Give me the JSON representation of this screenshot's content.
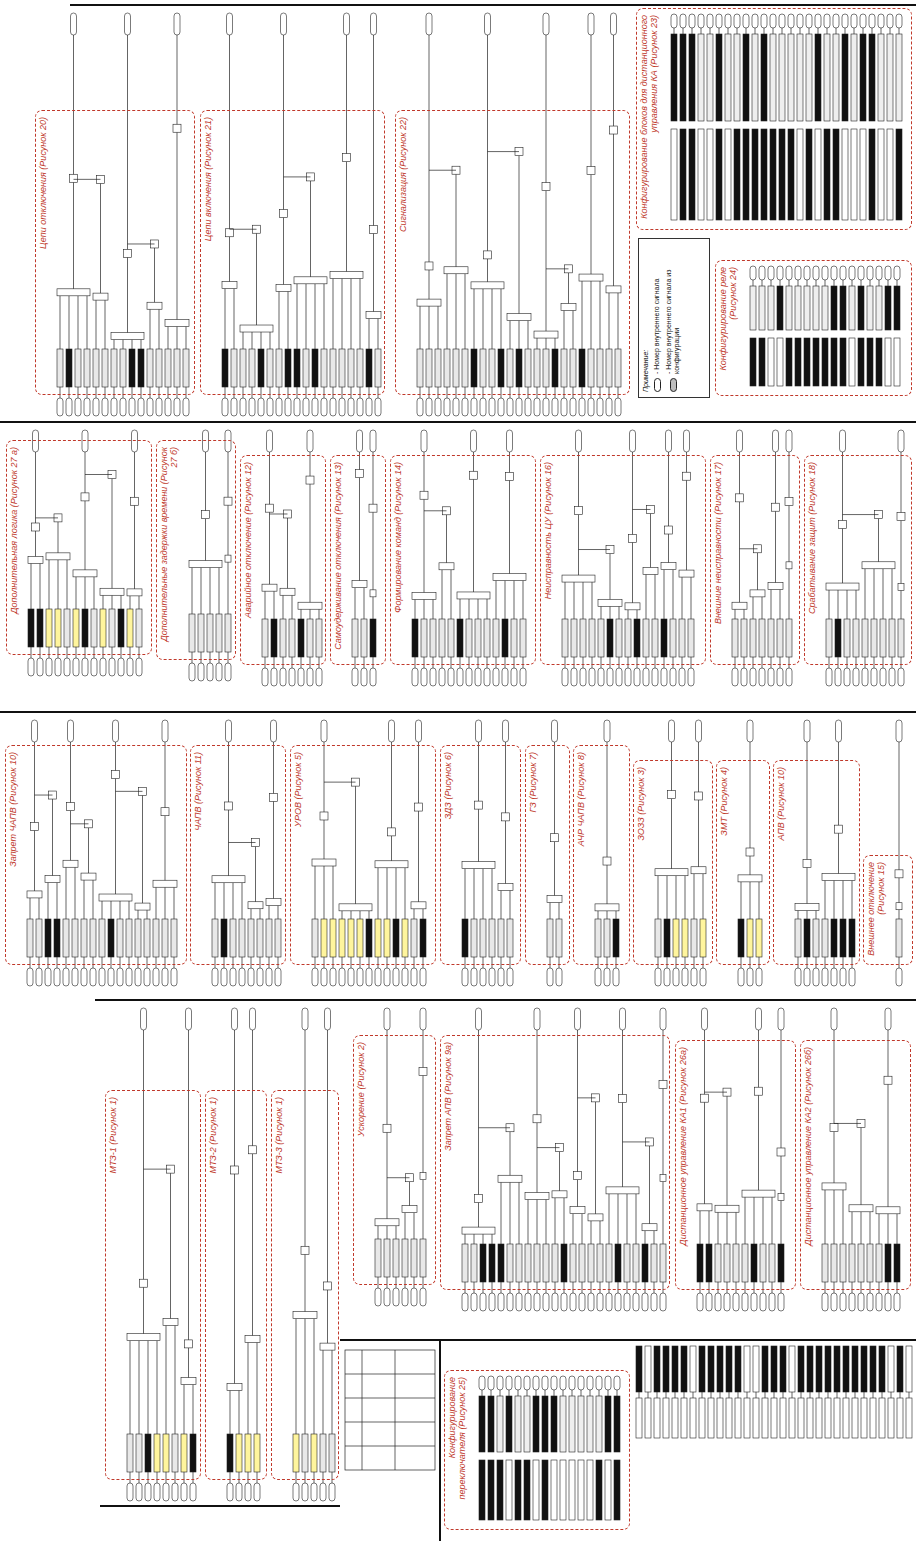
{
  "diagram": {
    "nodes": [
      {
        "text": [
          "Цепи отключения (Рисунок 20)"
        ]
      },
      {
        "text": [
          "Цепи включения (Рисунок 21)"
        ]
      },
      {
        "text": [
          "Сигнализация (Рисунок 22)"
        ]
      },
      {
        "text": [
          "Конфигурирование блоков для дистанционного управления КА (Рисунок 23)"
        ]
      },
      {
        "text": [
          "Конфигурирование реле (Рисунок 24)"
        ]
      },
      {
        "text": [
          "Дополнительная логика (Рисунок 27 а)"
        ]
      },
      {
        "text": [
          "Дополнительные задержки времени (Рисунок 27 б)"
        ]
      },
      {
        "text": [
          "Аварийное отключение (Рисунок 12)"
        ]
      },
      {
        "text": [
          "Самоудерживание отключения (Рисунок 13)"
        ]
      },
      {
        "text": [
          "Формирование команд (Рисунок 14)"
        ]
      },
      {
        "text": [
          "Неисправность ЦУ (Рисунок 16)"
        ]
      },
      {
        "text": [
          "Внешние неисправности (Рисунок 17)"
        ]
      },
      {
        "text": [
          "Срабатывание защит (Рисунок 18)"
        ]
      },
      {
        "text": [
          "Запрет ЧАПВ (Рисунок 10)"
        ]
      },
      {
        "text": [
          "ЧАПВ (Рисунок 11)"
        ]
      },
      {
        "text": [
          "УРОВ (Рисунок 5)"
        ]
      },
      {
        "text": [
          "ЗДЗ (Рисунок 6)"
        ]
      },
      {
        "text": [
          "ГЗ (Рисунок 7)"
        ]
      },
      {
        "text": [
          "АЧР ЧАПВ (Рисунок 8)"
        ]
      },
      {
        "text": [
          "ЗОЗЗ (Рисунок 3)"
        ]
      },
      {
        "text": [
          "ЗМТ (Рисунок 4)"
        ]
      },
      {
        "text": [
          "АПВ (Рисунок 10)"
        ]
      },
      {
        "text": [
          "Внешнее отключение (Рисунок 15)"
        ]
      },
      {
        "text": [
          "МТЗ-1 (Рисунок 1)"
        ]
      },
      {
        "text": [
          "МТЗ-2 (Рисунок 1)"
        ]
      },
      {
        "text": [
          "МТЗ-3 (Рисунок 1)"
        ]
      },
      {
        "text": [
          "Ускорение (Рисунок 2)"
        ]
      },
      {
        "text": [
          "Запрет АПВ (Рисунок 9а)"
        ]
      },
      {
        "text": [
          "Дистанционное управление КА1 (Рисунок 26а)"
        ]
      },
      {
        "text": [
          "Дистанционное управление КА2 (Рисунок 26б)"
        ]
      },
      {
        "text": [
          "Конфигурирование переключателя (Рисунок 25)"
        ]
      }
    ],
    "labels": [
      "Примечание:"
    ],
    "legend": [
      {
        "text": "- Номер внутреннего сигнала"
      },
      {
        "text": "- Номер внутреннего сигнала из конфигурации"
      }
    ]
  }
}
